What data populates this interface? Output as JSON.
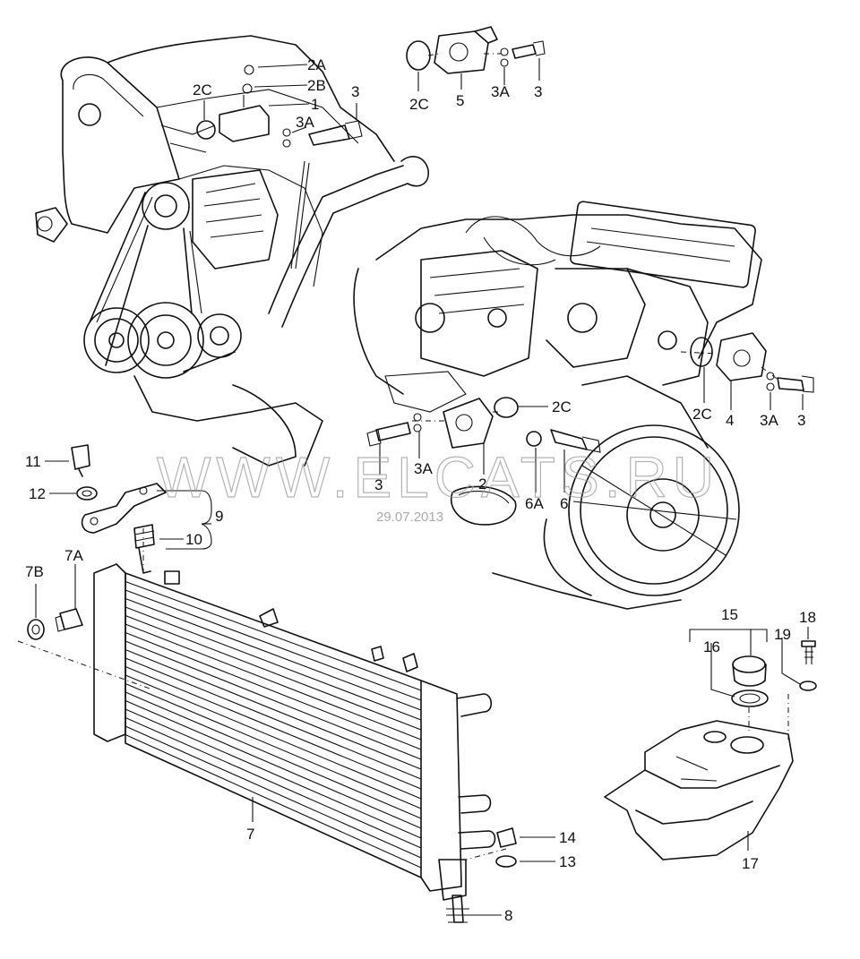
{
  "watermark": {
    "site": "WWW.ELCATS.RU",
    "date": "29.07.2013"
  },
  "callouts": {
    "c1": "1",
    "c2": "2",
    "c2A": "2A",
    "c2B": "2B",
    "c2C_a": "2C",
    "c2C_b": "2C",
    "c2C_c": "2C",
    "c2C_d": "2C",
    "c3_a": "3",
    "c3_b": "3",
    "c3_c": "3",
    "c3_d": "3",
    "c3A_a": "3A",
    "c3A_b": "3A",
    "c3A_c": "3A",
    "c3A_d": "3A",
    "c4": "4",
    "c5": "5",
    "c6": "6",
    "c6A": "6A",
    "c7": "7",
    "c7A": "7A",
    "c7B": "7B",
    "c8": "8",
    "c9": "9",
    "c10": "10",
    "c11": "11",
    "c12": "12",
    "c13": "13",
    "c14": "14",
    "c15": "15",
    "c16": "16",
    "c17": "17",
    "c18": "18",
    "c19": "19"
  }
}
